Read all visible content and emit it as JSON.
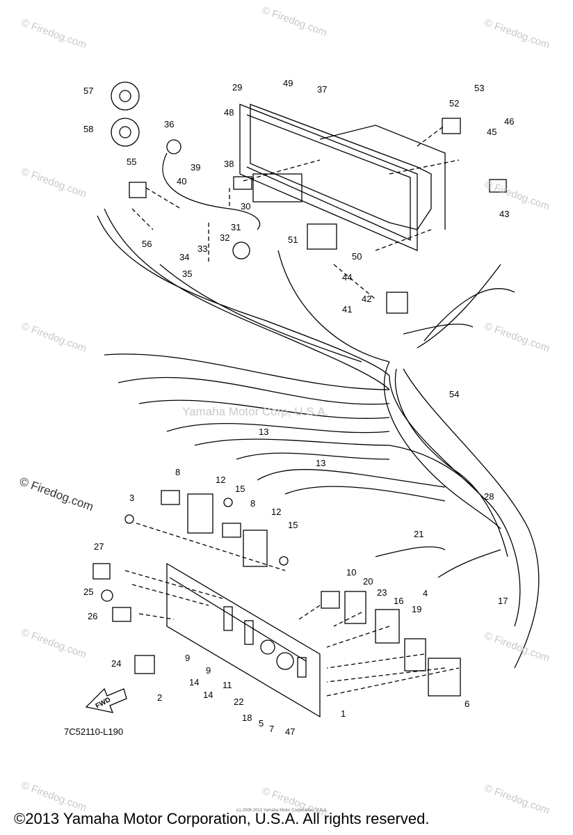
{
  "watermark": "© Firedog.com",
  "center_watermark": "Yamaha Motor Corp, U.S.A.",
  "diagram_code": "7C52110-L190",
  "copyright": "©2013 Yamaha Motor Corporation, U.S.A. All rights reserved.",
  "tiny_copyright": "(c) 2006 2013 Yamaha Motor Corporation, U.S.A.",
  "fwd_label": "FWD",
  "callouts": [
    "57",
    "58",
    "29",
    "49",
    "37",
    "53",
    "52",
    "48",
    "36",
    "45",
    "46",
    "55",
    "38",
    "39",
    "40",
    "30",
    "43",
    "31",
    "32",
    "56",
    "51",
    "50",
    "33",
    "34",
    "35",
    "44",
    "42",
    "41",
    "54",
    "13",
    "13",
    "8",
    "12",
    "15",
    "28",
    "3",
    "8",
    "12",
    "15",
    "27",
    "21",
    "10",
    "20",
    "23",
    "16",
    "25",
    "4",
    "19",
    "17",
    "26",
    "24",
    "9",
    "14",
    "9",
    "11",
    "14",
    "22",
    "18",
    "5",
    "7",
    "47",
    "6",
    "2",
    "1"
  ],
  "colors": {
    "line": "#000000",
    "watermark": "#c8c8c8",
    "background": "#ffffff"
  }
}
